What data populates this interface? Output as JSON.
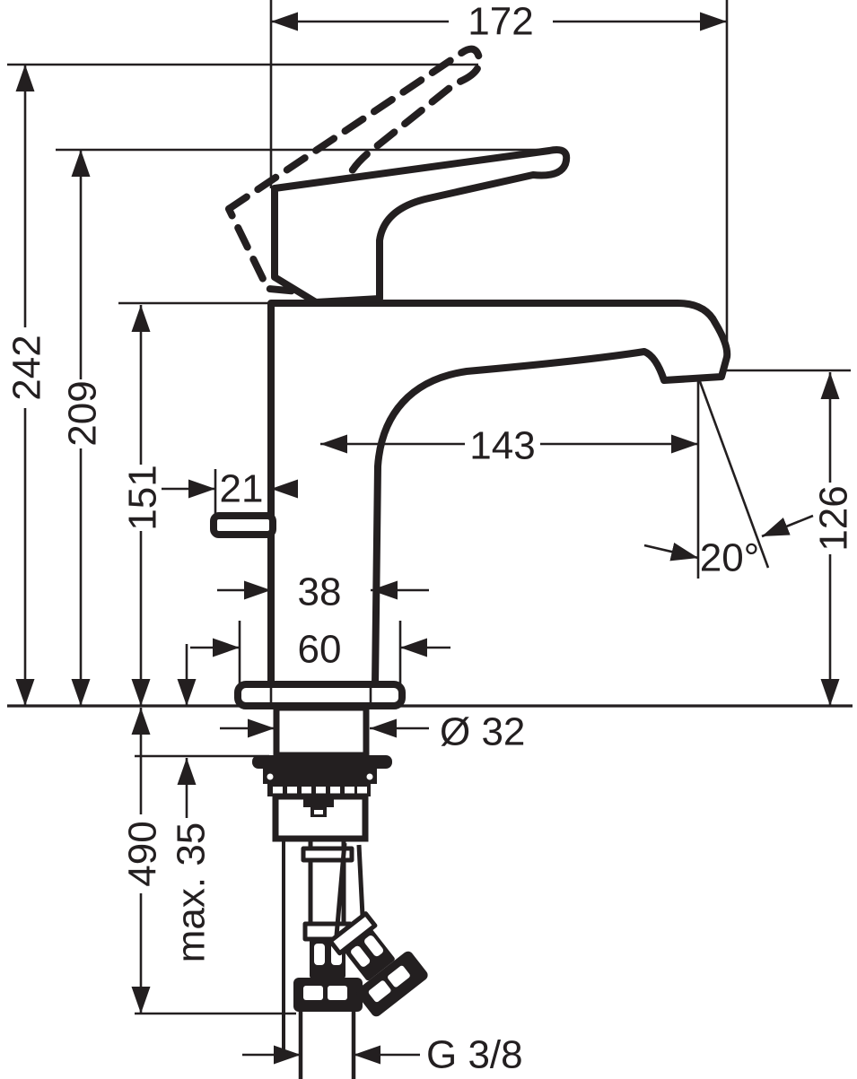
{
  "page": {
    "background": "#ffffff",
    "ink": "#231f20"
  },
  "drawing": {
    "type": "technical-dimension-drawing",
    "subject": "single-lever basin mixer faucet, side elevation with installation hoses",
    "units": "mm",
    "labels": {
      "width_172": "172",
      "height_242": "242",
      "height_209": "209",
      "height_151": "151",
      "offset_21": "21",
      "reach_143": "143",
      "height_126": "126",
      "angle_20": "20°",
      "width_38": "38",
      "width_60": "60",
      "dia_32": "Ø 32",
      "max_35": "max. 35",
      "length_490": "490",
      "thread_g38": "G 3/8"
    }
  }
}
